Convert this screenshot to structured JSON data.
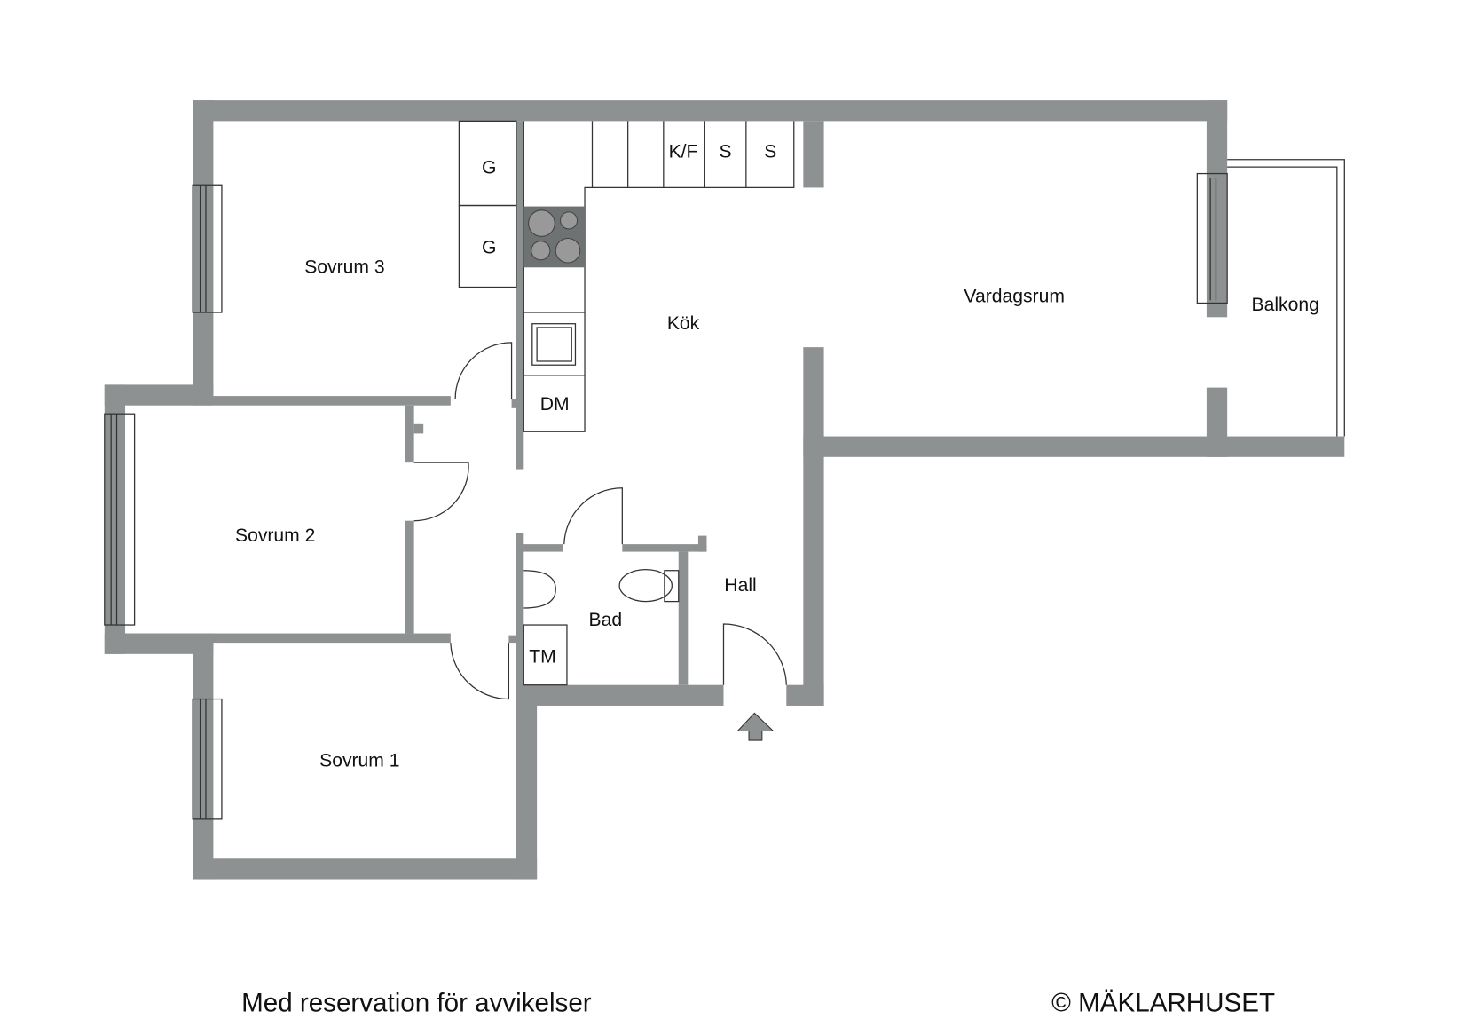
{
  "rooms": {
    "sovrum3": "Sovrum 3",
    "sovrum2": "Sovrum 2",
    "sovrum1": "Sovrum 1",
    "kok": "Kök",
    "vardagsrum": "Vardagsrum",
    "balkong": "Balkong",
    "bad": "Bad",
    "hall": "Hall"
  },
  "fixtures": {
    "g1": "G",
    "g2": "G",
    "kf": "K/F",
    "s1": "S",
    "s2": "S",
    "dm": "DM",
    "tm": "TM"
  },
  "footer": {
    "disclaimer": "Med reservation för avvikelser",
    "copyright": "© MÄKLARHUSET"
  },
  "colors": {
    "wall": "#8e9191",
    "stove": "#6f7272"
  }
}
